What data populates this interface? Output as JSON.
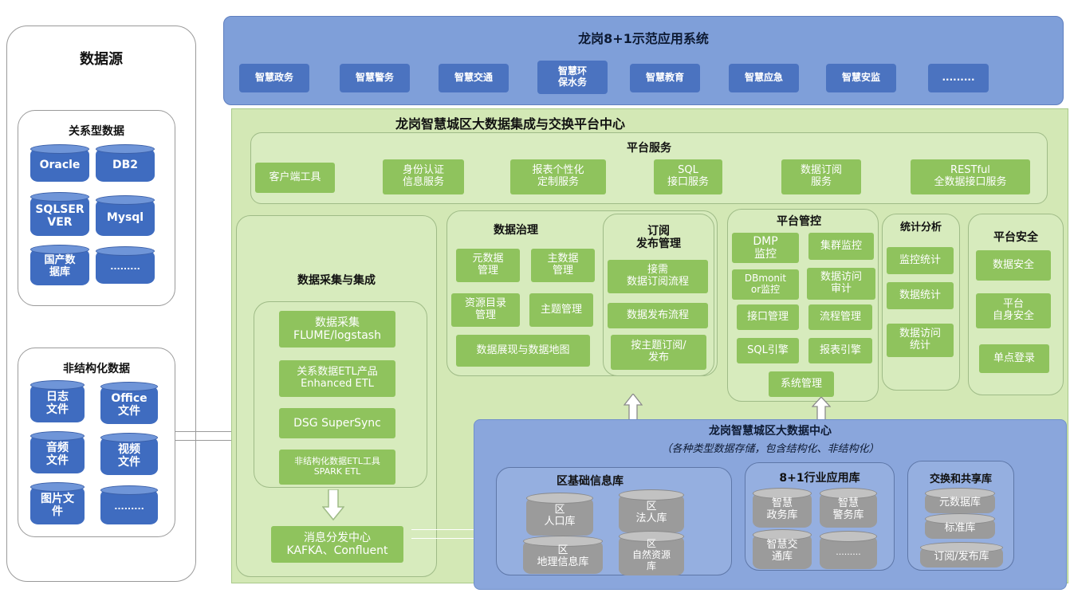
{
  "source": {
    "title": "数据源",
    "relational": {
      "title": "关系型数据",
      "items": [
        "Oracle",
        "DB2",
        "SQLSER\nVER",
        "Mysql",
        "国产数\n据库",
        "........."
      ]
    },
    "unstructured": {
      "title": "非结构化数据",
      "items": [
        "日志\n文件",
        "Office\n文件",
        "音频\n文件",
        "视频\n文件",
        "图片文\n件",
        "........."
      ]
    }
  },
  "apps": {
    "title": "龙岗8+1示范应用系统",
    "items": [
      "智慧政务",
      "智慧警务",
      "智慧交通",
      "智慧环\n保水务",
      "智慧教育",
      "智慧应急",
      "智慧安监",
      "........."
    ]
  },
  "platform": {
    "title": "龙岗智慧城区大数据集成与交换平台中心",
    "services": {
      "title": "平台服务",
      "items": [
        "客户端工具",
        "身份认证\n信息服务",
        "报表个性化\n定制服务",
        "SQL\n接口服务",
        "数据订阅\n服务",
        "RESTful\n全数据接口服务"
      ]
    },
    "collection": {
      "title": "数据采集与集成",
      "items": [
        "数据采集\nFLUME/logstash",
        "关系数据ETL产品\nEnhanced ETL",
        "DSG SuperSync",
        "非结构化数据ETL工具\nSPARK ETL"
      ],
      "kafka": "消息分发中心\nKAFKA、Confluent"
    },
    "governance": {
      "title": "数据治理",
      "items": [
        "元数据\n管理",
        "主数据\n管理",
        "资源目录\n管理",
        "主题管理",
        "数据展现与数据地图"
      ]
    },
    "subscription": {
      "title": "订阅\n发布管理",
      "items": [
        "接需\n数据订阅流程",
        "数据发布流程",
        "按主题订阅/\n发布"
      ]
    },
    "management": {
      "title": "平台管控",
      "items": [
        "DMP\n监控",
        "集群监控",
        "DBmonit\nor监控",
        "数据访问\n审计",
        "接口管理",
        "流程管理",
        "SQL引擎",
        "报表引擎",
        "系统管理"
      ]
    },
    "stats": {
      "title": "统计分析",
      "items": [
        "监控统计",
        "数据统计",
        "数据访问\n统计"
      ]
    },
    "security": {
      "title": "平台安全",
      "items": [
        "数据安全",
        "平台\n自身安全",
        "单点登录"
      ]
    }
  },
  "bigdata": {
    "title": "龙岗智慧城区大数据中心",
    "subtitle": "（各种类型数据存储，包含结构化、非结构化）",
    "basic": {
      "title": "区基础信息库",
      "items": [
        "区\n人口库",
        "区\n法人库",
        "区\n地理信息库",
        "区\n自然资源\n库"
      ]
    },
    "industry": {
      "title": "8+1行业应用库",
      "items": [
        "智慧\n政务库",
        "智慧\n警务库",
        "智慧交\n通库",
        "........."
      ]
    },
    "exchange": {
      "title": "交换和共享库",
      "items": [
        "元数据库",
        "标准库",
        "订阅/发布库"
      ]
    }
  }
}
